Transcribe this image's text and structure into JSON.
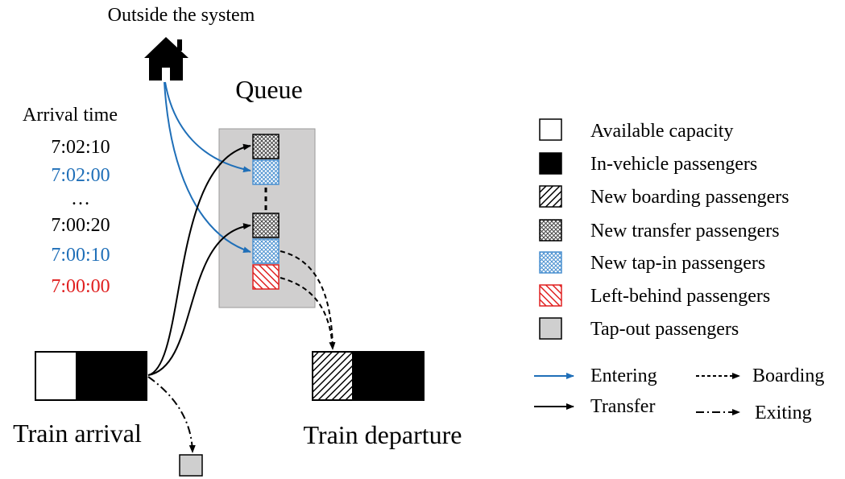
{
  "outside_label": "Outside the system",
  "queue_label": "Queue",
  "arrival_time": {
    "header": "Arrival time",
    "times": [
      {
        "text": "7:02:10",
        "color": "#000000"
      },
      {
        "text": "7:02:00",
        "color": "#1f6fb8"
      },
      {
        "text": "…",
        "color": "#000000"
      },
      {
        "text": "7:00:20",
        "color": "#000000"
      },
      {
        "text": "7:00:10",
        "color": "#1f6fb8"
      },
      {
        "text": "7:00:00",
        "color": "#e02020"
      }
    ]
  },
  "train_arrival_label": "Train arrival",
  "train_departure_label": "Train departure",
  "legend": {
    "items": [
      {
        "label": "Available capacity",
        "pattern": "white"
      },
      {
        "label": "In-vehicle passengers",
        "pattern": "black"
      },
      {
        "label": "New boarding passengers",
        "pattern": "diag-black"
      },
      {
        "label": "New transfer passengers",
        "pattern": "cross-black"
      },
      {
        "label": "New tap-in passengers",
        "pattern": "cross-blue"
      },
      {
        "label": "Left-behind passengers",
        "pattern": "diag-red"
      },
      {
        "label": "Tap-out passengers",
        "pattern": "gray"
      }
    ],
    "lines": {
      "entering": "Entering",
      "boarding": "Boarding",
      "transfer": "Transfer",
      "exiting": "Exiting"
    }
  },
  "colors": {
    "blue": "#1f6fb8",
    "red": "#e02020",
    "queue_bg": "#d0cfcf",
    "tapout_gray": "#cfcfcf"
  }
}
